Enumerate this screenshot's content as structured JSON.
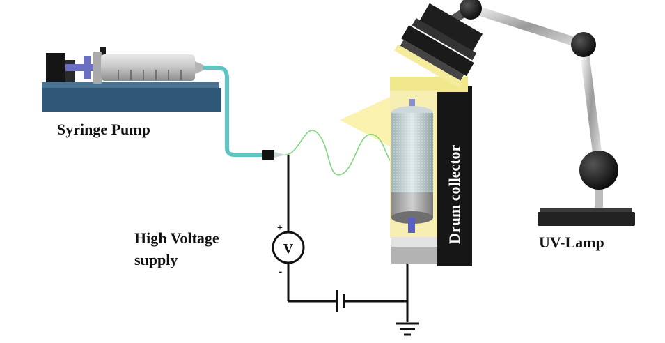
{
  "labels": {
    "syringe_pump": "Syringe Pump",
    "high_voltage_line1": "High Voltage",
    "high_voltage_line2": "supply",
    "drum_collector": "Drum collector",
    "uv_lamp": "UV-Lamp",
    "voltmeter": "V",
    "plus": "+",
    "minus": "-"
  },
  "colors": {
    "pump_base": "#2f5877",
    "tubing": "#5fc4c4",
    "plunger": "#6a6fc4",
    "jet": "#7fd87f",
    "uv_beam": "#fbf1a6",
    "stand": "#1c1c1c"
  }
}
